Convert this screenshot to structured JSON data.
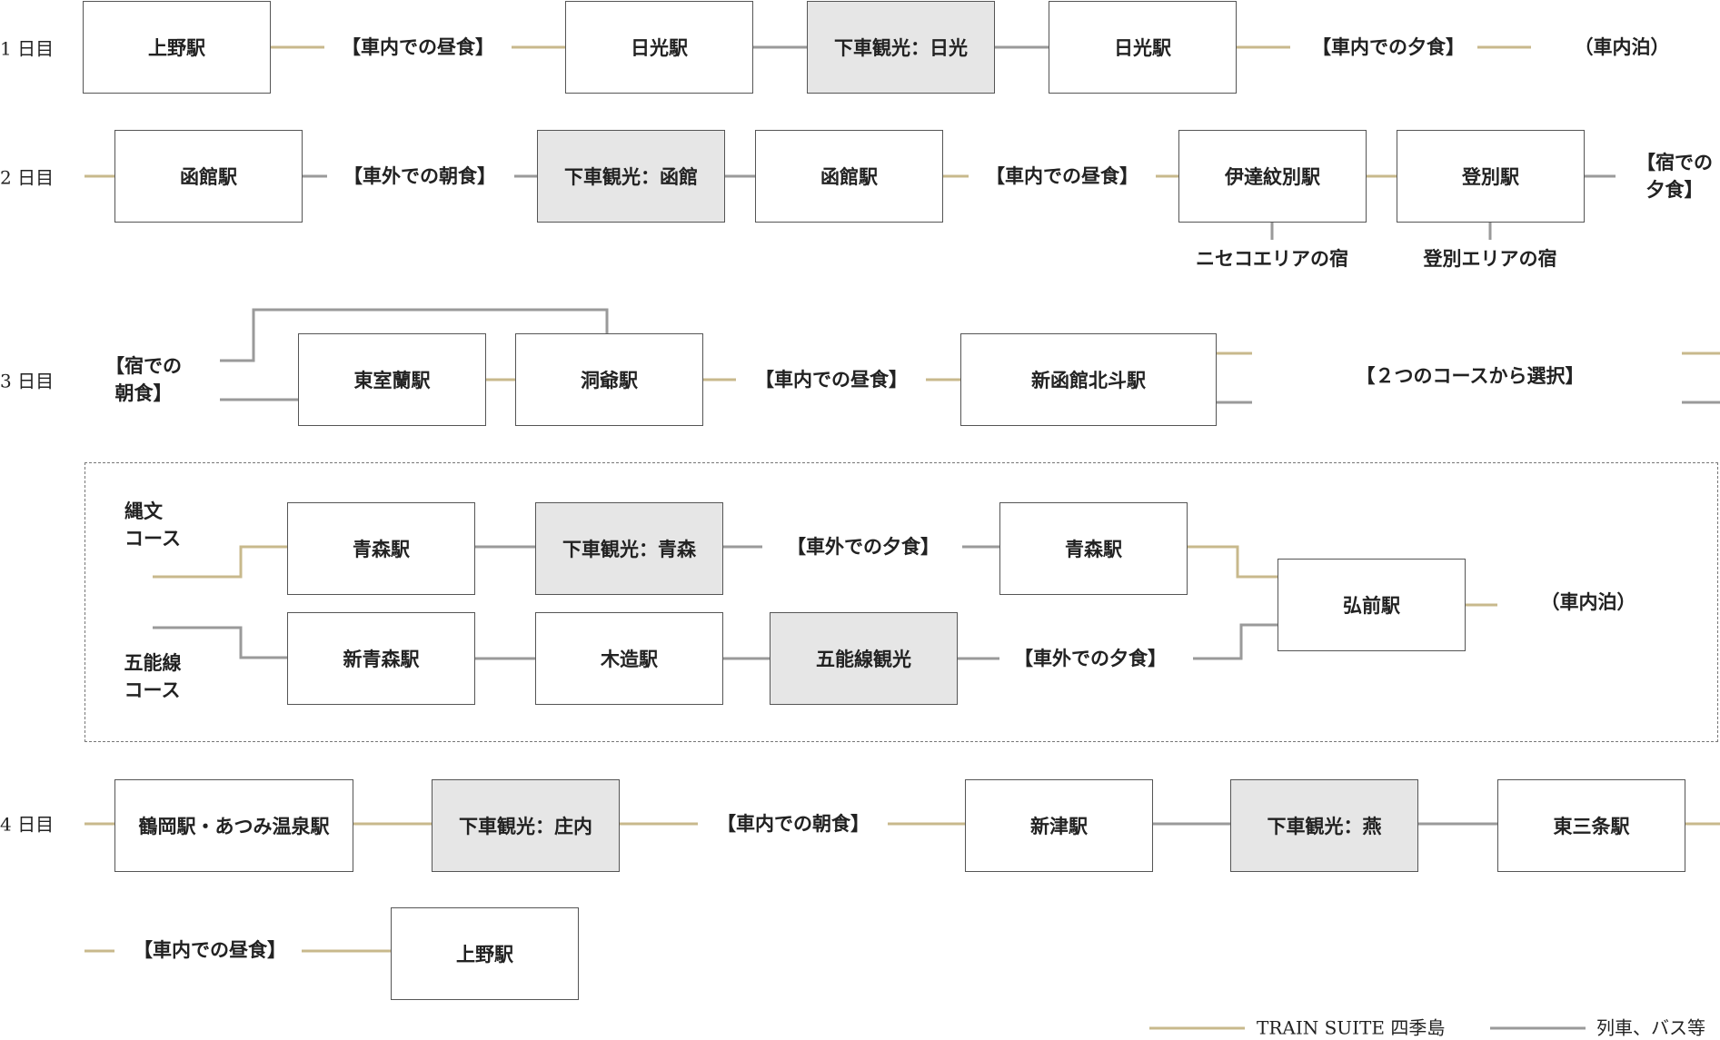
{
  "colors": {
    "gold": "#c8b98c",
    "gray": "#9a9a9a",
    "shade": "#e6e6e6",
    "border": "#555555"
  },
  "days": [
    "1 日目",
    "2 日目",
    "3 日目",
    "4 日目"
  ],
  "d1": {
    "ueno": "上野駅",
    "lunch": "【車内での昼食】",
    "nikko": "日光駅",
    "tour": "下車観光：日光",
    "nikko2": "日光駅",
    "dinner": "【車内での夕食】",
    "stay": "（車内泊）"
  },
  "d2": {
    "hakodate": "函館駅",
    "breakfast": "【車外での朝食】",
    "tour": "下車観光：函館",
    "hakodate2": "函館駅",
    "lunch": "【車内での昼食】",
    "date": "伊達紋別駅",
    "noboribetsu": "登別駅",
    "dinner": "【宿での\n夕食】",
    "niseko_inn": "ニセコエリアの宿",
    "noboribetsu_inn": "登別エリアの宿"
  },
  "d3": {
    "breakfast": "【宿での\n朝食】",
    "higashimuroran": "東室蘭駅",
    "toya": "洞爺駅",
    "lunch": "【車内での昼食】",
    "shinhakodate": "新函館北斗駅",
    "choose": "【２つのコースから選択】"
  },
  "courses": {
    "jomon_label": "縄文\nコース",
    "gono_label": "五能線\nコース",
    "aomori": "青森駅",
    "aomori_tour": "下車観光：青森",
    "dinner_a": "【車外での夕食】",
    "aomori2": "青森駅",
    "hirosaki": "弘前駅",
    "stay": "（車内泊）",
    "shinaomori": "新青森駅",
    "kizukuri": "木造駅",
    "gono_tour": "五能線観光",
    "dinner_b": "【車外での夕食】"
  },
  "d4": {
    "tsuruoka": "鶴岡駅・あつみ温泉駅",
    "shonai": "下車観光：庄内",
    "breakfast": "【車内での朝食】",
    "niitsu": "新津駅",
    "tsubame": "下車観光：燕",
    "higashisanjo": "東三条駅",
    "lunch": "【車内での昼食】",
    "ueno": "上野駅"
  },
  "legend": {
    "gold": "TRAIN SUITE 四季島",
    "gray": "列車、バス等"
  }
}
